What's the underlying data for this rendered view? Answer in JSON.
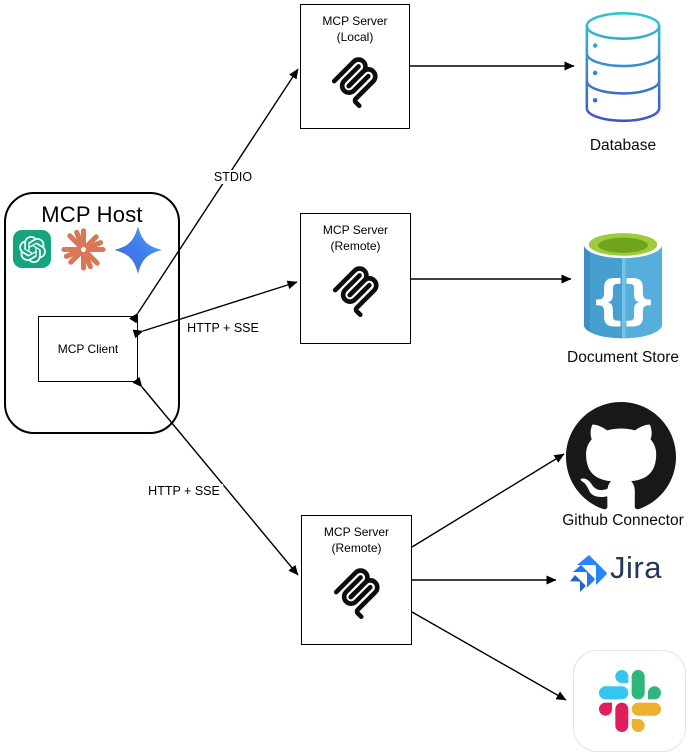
{
  "diagram": {
    "host": {
      "title": "MCP Host",
      "client_label": "MCP Client",
      "llm_icons": [
        {
          "name": "openai-icon"
        },
        {
          "name": "claude-icon"
        },
        {
          "name": "gemini-icon"
        }
      ]
    },
    "servers": [
      {
        "title": "MCP Server",
        "subtitle": "(Local)"
      },
      {
        "title": "MCP Server",
        "subtitle": "(Remote)"
      },
      {
        "title": "MCP Server",
        "subtitle": "(Remote)"
      }
    ],
    "edge_labels": {
      "stdio": "STDIO",
      "http_mid": "HTTP + SSE",
      "http_bottom": "HTTP + SSE"
    },
    "resources": {
      "database": {
        "label": "Database",
        "icon": "database-cylinder-icon"
      },
      "document_store": {
        "label": "Document Store",
        "icon": "document-store-cylinder-icon",
        "brace_left": "{",
        "brace_right": "}"
      },
      "github": {
        "label": "Github Connector",
        "icon": "github-octocat-icon"
      },
      "jira": {
        "label": "Jira",
        "icon": "jira-mark-icon"
      },
      "slack": {
        "icon": "slack-pinwheel-icon"
      }
    },
    "colors": {
      "openai_green": "#14A47F",
      "claude_coral": "#D97757",
      "gemini_blue_light": "#57A9F6",
      "gemini_blue_dark": "#4663D8",
      "database_gradient_top": "#2FC7CE",
      "database_gradient_bottom": "#4152C6",
      "docstore_blue": "#4FA8D8",
      "docstore_green_outer": "#9DCB3C",
      "docstore_green_inner": "#6FA41C",
      "github_black": "#191717",
      "jira_blue": "#2684FF",
      "jira_text_navy": "#253858",
      "slack_blue": "#36C5F0",
      "slack_green": "#2EB67D",
      "slack_red": "#E01E5A",
      "slack_yellow": "#ECB22E",
      "line_black": "#000000"
    }
  }
}
